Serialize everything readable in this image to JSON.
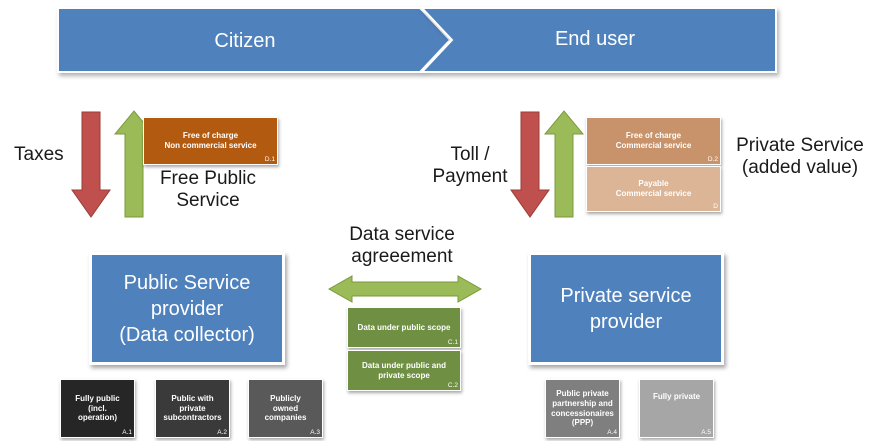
{
  "banner": {
    "citizen": "Citizen",
    "end_user": "End user"
  },
  "left": {
    "taxes": "Taxes",
    "free_public_service": [
      "Free Public",
      "Service"
    ],
    "free_box": {
      "line1": "Free of charge",
      "line2": "Non commercial service",
      "code": "D.1"
    },
    "provider": [
      "Public Service",
      "provider",
      "(Data collector)"
    ]
  },
  "right": {
    "toll": [
      "Toll /",
      "Payment"
    ],
    "private_service": [
      "Private Service",
      "(added value)"
    ],
    "free_box": {
      "line1": "Free of charge",
      "line2": "Commercial service",
      "code": "D.2"
    },
    "payable_box": {
      "line1": "Payable",
      "line2": "Commercial service",
      "code": "D"
    },
    "provider": [
      "Private service",
      "provider"
    ]
  },
  "center": {
    "agreement": [
      "Data service",
      "agreeement"
    ],
    "c1": {
      "text": "Data under public scope",
      "code": "C.1"
    },
    "c2": {
      "line1": "Data under public and",
      "line2": "private scope",
      "code": "C.2"
    }
  },
  "bottom": {
    "a1": {
      "lines": [
        "Fully public",
        "(incl.",
        "operation)"
      ],
      "code": "A.1"
    },
    "a2": {
      "lines": [
        "Public with",
        "private",
        "subcontractors"
      ],
      "code": "A.2"
    },
    "a3": {
      "lines": [
        "Publicly",
        "owned",
        "companies"
      ],
      "code": "A.3"
    },
    "a4": {
      "lines": [
        "Public private",
        "partnership and",
        "concessionaires",
        "(PPP)"
      ],
      "code": "A.4"
    },
    "a5": {
      "lines": [
        "Fully private"
      ],
      "code": "A.5"
    }
  },
  "colors": {
    "blue": "#4f81bd",
    "red_arrow": "#c0504d",
    "green_arrow": "#9bbb59",
    "brown": "#b35a11",
    "tan": "#c8936a",
    "tan_light": "#dcb596",
    "green_box": "#6f8f42",
    "dark_a1": "#262626",
    "dark_a2": "#3a3a3a",
    "grey_a3": "#595959",
    "grey_a4": "#7f7f7f",
    "grey_a5": "#a6a6a6"
  }
}
